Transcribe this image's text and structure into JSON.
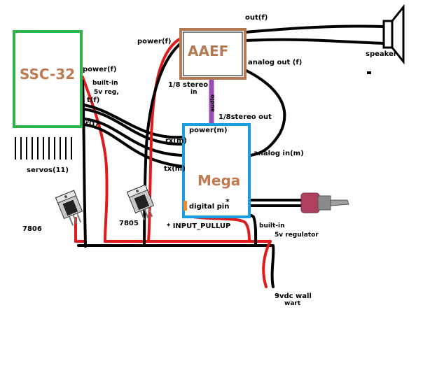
{
  "boards": {
    "ssc32": {
      "title": "SSC-32",
      "color": "#2db34a",
      "text_color": "#c07a52"
    },
    "aaef": {
      "title": "AAEF",
      "color": "#b27a52"
    },
    "mega": {
      "title": "Mega",
      "color": "#1a9ee0",
      "text_color": "#c07a52"
    }
  },
  "labels": {
    "ssc_power": "power(f)",
    "ssc_reg_1": "built-in",
    "ssc_reg_2": "5v reg,",
    "ssc_tx": "t(f)",
    "ssc_rx": "r(f)",
    "servos": "servos(11)",
    "aaef_power": "power(f)",
    "aaef_out": "out(f)",
    "aaef_analog_out": "analog out (f)",
    "aaef_stereo_in_1": "1/8 stereo",
    "aaef_stereo_in_2": "in",
    "audio_cable": "audio",
    "mega_stereo_out": "1/8stereo out",
    "mega_power": "power(m)",
    "mega_rx": "rx(m)",
    "mega_tx": "tx(m)",
    "mega_analog_in": "analog in(m)",
    "mega_digital": "digital pin",
    "mega_digital_star": "*",
    "input_pullup": "* INPUT_PULLUP",
    "mega_reg_1": "built-in",
    "mega_reg_2": "5v regulator",
    "speaker": "speaker",
    "reg_7806": "7806",
    "reg_7805": "7805",
    "wall_1": "9vdc wall",
    "wall_2": "wart"
  },
  "colors": {
    "wire_red": "#e01b1b",
    "wire_black": "#000000",
    "audio_purple": "#9b4bb5",
    "switch": "#b04060"
  }
}
